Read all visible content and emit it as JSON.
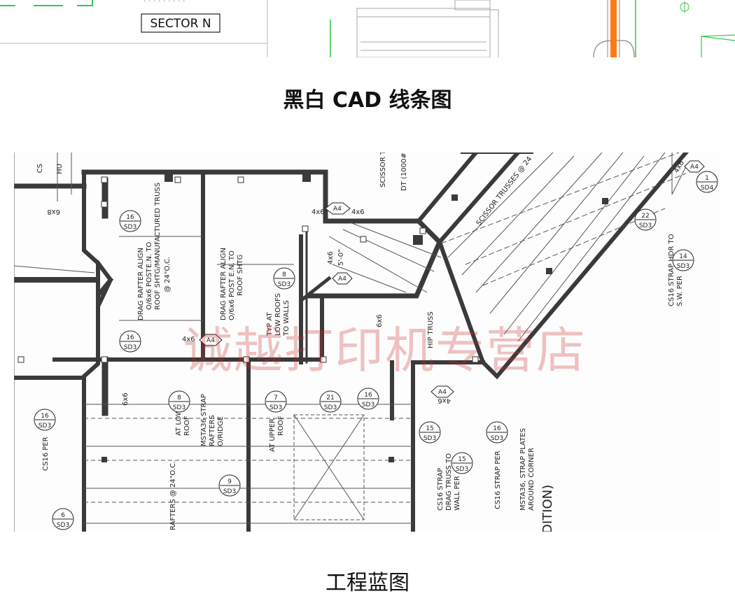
{
  "top_sketch": {
    "sector_label": "SECTOR N"
  },
  "captions": {
    "cad": "黑白 CAD 线条图",
    "blueprint": "工程蓝图"
  },
  "watermark": "诚越打印机专营店",
  "blueprint_labels": {
    "cs": "CS",
    "hu": "HU",
    "scissor_t": "SCISSOR T",
    "dt": "DT (1000#",
    "scissor_trusses": "SCISSOR TRUSSES @ 24",
    "six_by_eight": "6x8",
    "four_by_six": "4x6",
    "six_by_six": "6x6",
    "four_by_six_vert": "4x6",
    "five_zero": "5'-0\"",
    "drag_rafter_1": "DRAG RAFTER ALIGN",
    "drag_rafter_2": "O/6x6 POST",
    "drag_rafter_3": "E.N. TO",
    "drag_rafter_4": "ROOF SHTG/MANUFACTURED TRUSS",
    "drag_rafter_5": "@ 24\"O.C.",
    "drag_rafter_b1": "DRAG RAFTER ALIGN",
    "drag_rafter_b2": "O/6x6 POST E.N. TO",
    "drag_rafter_b3": "ROOF SHTG",
    "typ_at_1": "TYP AT",
    "typ_at_2": "LOW ROOFS",
    "typ_at_3": "TO WALLS",
    "hip_truss": "HIP TRUSS",
    "cs16_strap_hdr_1": "CS16 STRAP HDR TO",
    "cs16_strap_hdr_2": "S.W. PER",
    "at_low_roof_1": "AT LOW",
    "at_low_roof_2": "ROOF",
    "msta36_1": "MSTA36 STRAP",
    "msta36_2": "RAFTERS",
    "msta36_3": "O/RIDGE",
    "at_upper_1": "AT UPPER",
    "at_upper_2": "ROOF",
    "cs16_per": "CS16 PER",
    "cs16_drag_1": "CS16 STRAP",
    "cs16_drag_2": "DRAG TRUSS TO",
    "cs16_drag_3": "WALL PER",
    "cs16_strap_per": "CS16 STRAP PER",
    "msta36_corner_1": "MSTA36, STRAP PLATES",
    "msta36_corner_2": "AROUND CORNER",
    "rafters_24": "RAFTERS @ 24\"O.C.",
    "dition": "DITION)",
    "a4": "A4",
    "sd3": "SD3",
    "sd4": "SD4",
    "n16": "16",
    "n22": "22",
    "n14": "14",
    "n8": "8",
    "n7": "7",
    "n21": "21",
    "n15": "15",
    "n9": "9",
    "n6": "6",
    "n1": "1"
  }
}
